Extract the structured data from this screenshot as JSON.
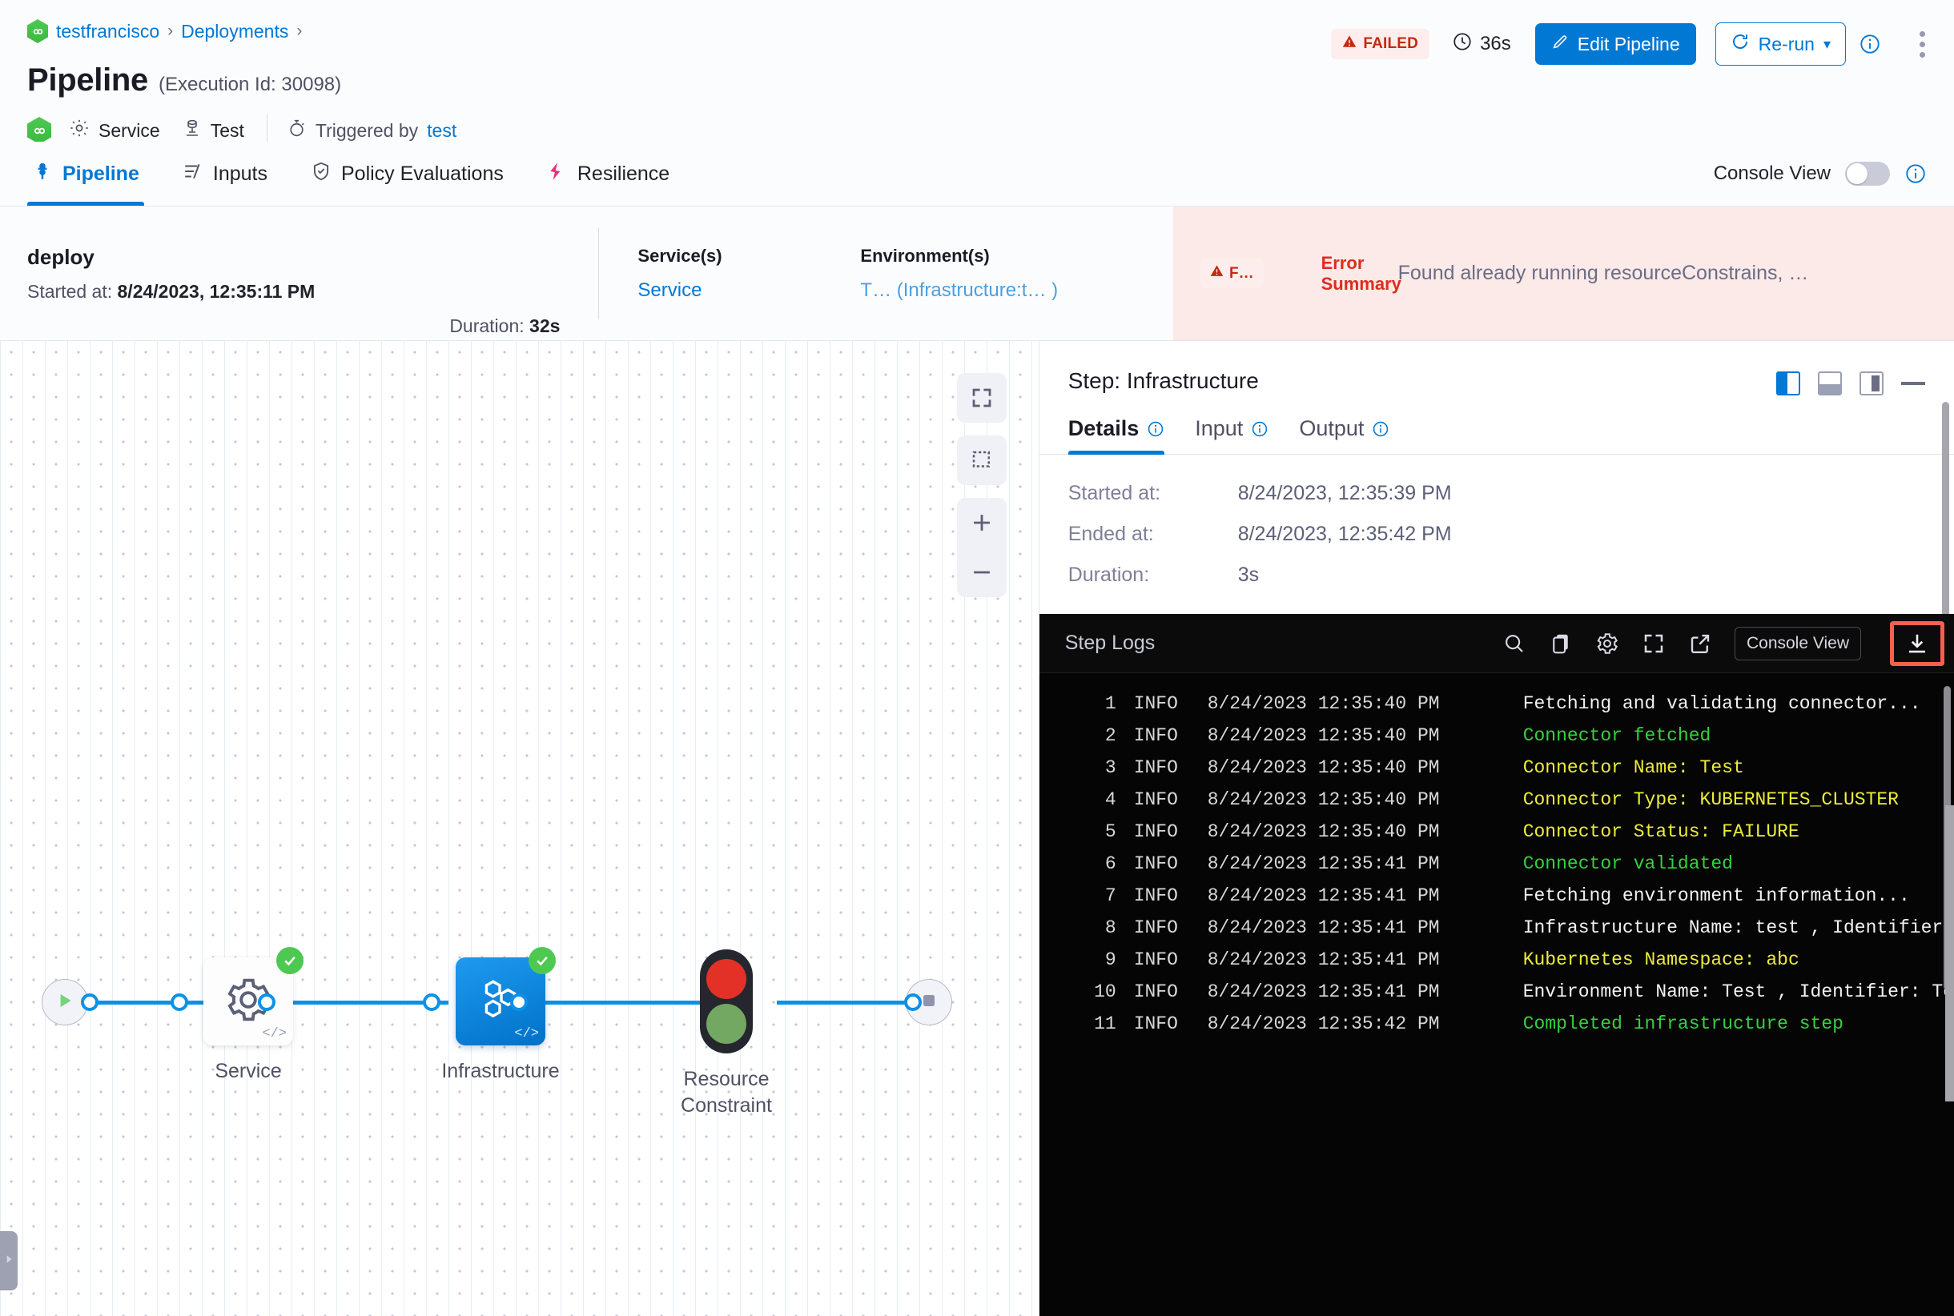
{
  "breadcrumb": {
    "logo_icon": "harness-logo-icon",
    "items": [
      {
        "label": "testfrancisco"
      },
      {
        "label": "Deployments"
      }
    ],
    "separator": "›"
  },
  "header": {
    "title": "Pipeline",
    "execution_id_label": "(Execution Id: 30098)",
    "meta": {
      "service_icon": "gear-icon",
      "service_label": "Service",
      "test_icon": "infrastructure-icon",
      "test_label": "Test",
      "trigger_icon": "stopwatch-icon",
      "trigger_prefix": "Triggered by",
      "trigger_user": "test"
    },
    "actions": {
      "status_badge": "FAILED",
      "status_icon": "warning-triangle-icon",
      "duration_icon": "clock-icon",
      "duration": "36s",
      "edit_icon": "pencil-icon",
      "edit_label": "Edit Pipeline",
      "rerun_icon": "refresh-icon",
      "rerun_label": "Re-run",
      "rerun_caret": "▾",
      "info_icon": "info-circle-icon",
      "kebab_icon": "more-vertical-icon"
    }
  },
  "tabs": [
    {
      "label": "Pipeline",
      "icon": "pipeline-icon",
      "active": true
    },
    {
      "label": "Inputs",
      "icon": "inputs-icon",
      "active": false
    },
    {
      "label": "Policy Evaluations",
      "icon": "shield-check-icon",
      "active": false
    },
    {
      "label": "Resilience",
      "icon": "resilience-icon",
      "active": false
    }
  ],
  "console_view": {
    "label": "Console View",
    "enabled": false,
    "info_icon": "info-circle-icon"
  },
  "summary": {
    "stage_name": "deploy",
    "started_label": "Started at:",
    "started_value": "8/24/2023, 12:35:11 PM",
    "duration_label": "Duration:",
    "duration_value": "32s",
    "services_header": "Service(s)",
    "services_value": "Service",
    "environments_header": "Environment(s)",
    "environments_value": "T… (Infrastructure:t… )",
    "error": {
      "chip_icon": "warning-triangle-icon",
      "chip_label": "F…",
      "label_line1": "Error",
      "label_line2": "Summary",
      "message": "Found already running resourceConstrains, …"
    }
  },
  "graph": {
    "start_icon": "play-icon",
    "end_icon": "stop-square-icon",
    "nodes": [
      {
        "id": "service",
        "label": "Service",
        "icon": "gear-icon",
        "status": "success",
        "status_icon": "check-circle-icon",
        "selected": false,
        "code_icon": "code-icon"
      },
      {
        "id": "infrastructure",
        "label": "Infrastructure",
        "icon": "hexagons-icon",
        "status": "success",
        "status_icon": "check-circle-icon",
        "selected": true,
        "code_icon": "code-icon"
      },
      {
        "id": "resource-constraint",
        "label": "Resource Constraint",
        "icon": "traffic-light-icon",
        "status": "none",
        "code_icon": ""
      }
    ],
    "controls": [
      {
        "name": "fit-to-screen-button",
        "icon": "expand-icon"
      },
      {
        "name": "select-area-button",
        "icon": "dashed-square-icon"
      },
      {
        "name": "zoom-in-button",
        "icon": "plus-icon"
      },
      {
        "name": "zoom-out-button",
        "icon": "minus-icon"
      }
    ],
    "collapse_handle_icon": "chevron-right-icon"
  },
  "details_panel": {
    "title": "Step: Infrastructure",
    "layout_icons": [
      {
        "name": "layout-right-panel-button",
        "selected": true
      },
      {
        "name": "layout-bottom-panel-button",
        "selected": false
      },
      {
        "name": "layout-full-panel-button",
        "selected": false
      }
    ],
    "minimize_icon": "minimize-icon",
    "tabs": [
      {
        "label": "Details",
        "info_icon": "info-circle-icon",
        "active": true
      },
      {
        "label": "Input",
        "info_icon": "info-circle-icon",
        "active": false
      },
      {
        "label": "Output",
        "info_icon": "info-circle-icon",
        "active": false
      }
    ],
    "rows": [
      {
        "key": "Started at:",
        "value": "8/24/2023, 12:35:39 PM"
      },
      {
        "key": "Ended at:",
        "value": "8/24/2023, 12:35:42 PM"
      },
      {
        "key": "Duration:",
        "value": "3s"
      }
    ]
  },
  "logs": {
    "title": "Step Logs",
    "actions": [
      {
        "name": "search-logs-button",
        "icon": "search-icon"
      },
      {
        "name": "copy-logs-button",
        "icon": "copy-icon"
      },
      {
        "name": "log-settings-button",
        "icon": "gear-icon"
      },
      {
        "name": "fullscreen-logs-button",
        "icon": "expand-icon"
      },
      {
        "name": "open-logs-external-button",
        "icon": "external-link-icon"
      }
    ],
    "console_view_label": "Console View",
    "download_icon": "download-icon",
    "download_highlighted": true,
    "highlight_color": "#f9604b",
    "lines": [
      {
        "n": "1",
        "level": "INFO",
        "time": "8/24/2023 12:35:40 PM",
        "msg": "Fetching and validating connector...",
        "color": "white"
      },
      {
        "n": "2",
        "level": "INFO",
        "time": "8/24/2023 12:35:40 PM",
        "msg": "Connector fetched",
        "color": "green"
      },
      {
        "n": "3",
        "level": "INFO",
        "time": "8/24/2023 12:35:40 PM",
        "msg": "Connector Name: Test",
        "color": "yellow"
      },
      {
        "n": "4",
        "level": "INFO",
        "time": "8/24/2023 12:35:40 PM",
        "msg": "Connector Type: KUBERNETES_CLUSTER",
        "color": "yellow"
      },
      {
        "n": "5",
        "level": "INFO",
        "time": "8/24/2023 12:35:40 PM",
        "msg": "Connector Status: FAILURE",
        "color": "yellow"
      },
      {
        "n": "6",
        "level": "INFO",
        "time": "8/24/2023 12:35:41 PM",
        "msg": "Connector validated",
        "color": "green"
      },
      {
        "n": "7",
        "level": "INFO",
        "time": "8/24/2023 12:35:41 PM",
        "msg": "Fetching environment information...",
        "color": "white"
      },
      {
        "n": "8",
        "level": "INFO",
        "time": "8/24/2023 12:35:41 PM",
        "msg": "Infrastructure Name: test , Identifier:",
        "color": "white"
      },
      {
        "n": "9",
        "level": "INFO",
        "time": "8/24/2023 12:35:41 PM",
        "msg": "Kubernetes Namespace: abc",
        "color": "yellow"
      },
      {
        "n": "10",
        "level": "INFO",
        "time": "8/24/2023 12:35:41 PM",
        "msg": "Environment Name: Test , Identifier: Te",
        "color": "white"
      },
      {
        "n": "11",
        "level": "INFO",
        "time": "8/24/2023 12:35:42 PM",
        "msg": "Completed infrastructure step",
        "color": "green"
      }
    ]
  },
  "colors": {
    "accent": "#0278d5",
    "danger": "#c7280f",
    "success": "#4dc952",
    "highlight": "#f9604b"
  }
}
